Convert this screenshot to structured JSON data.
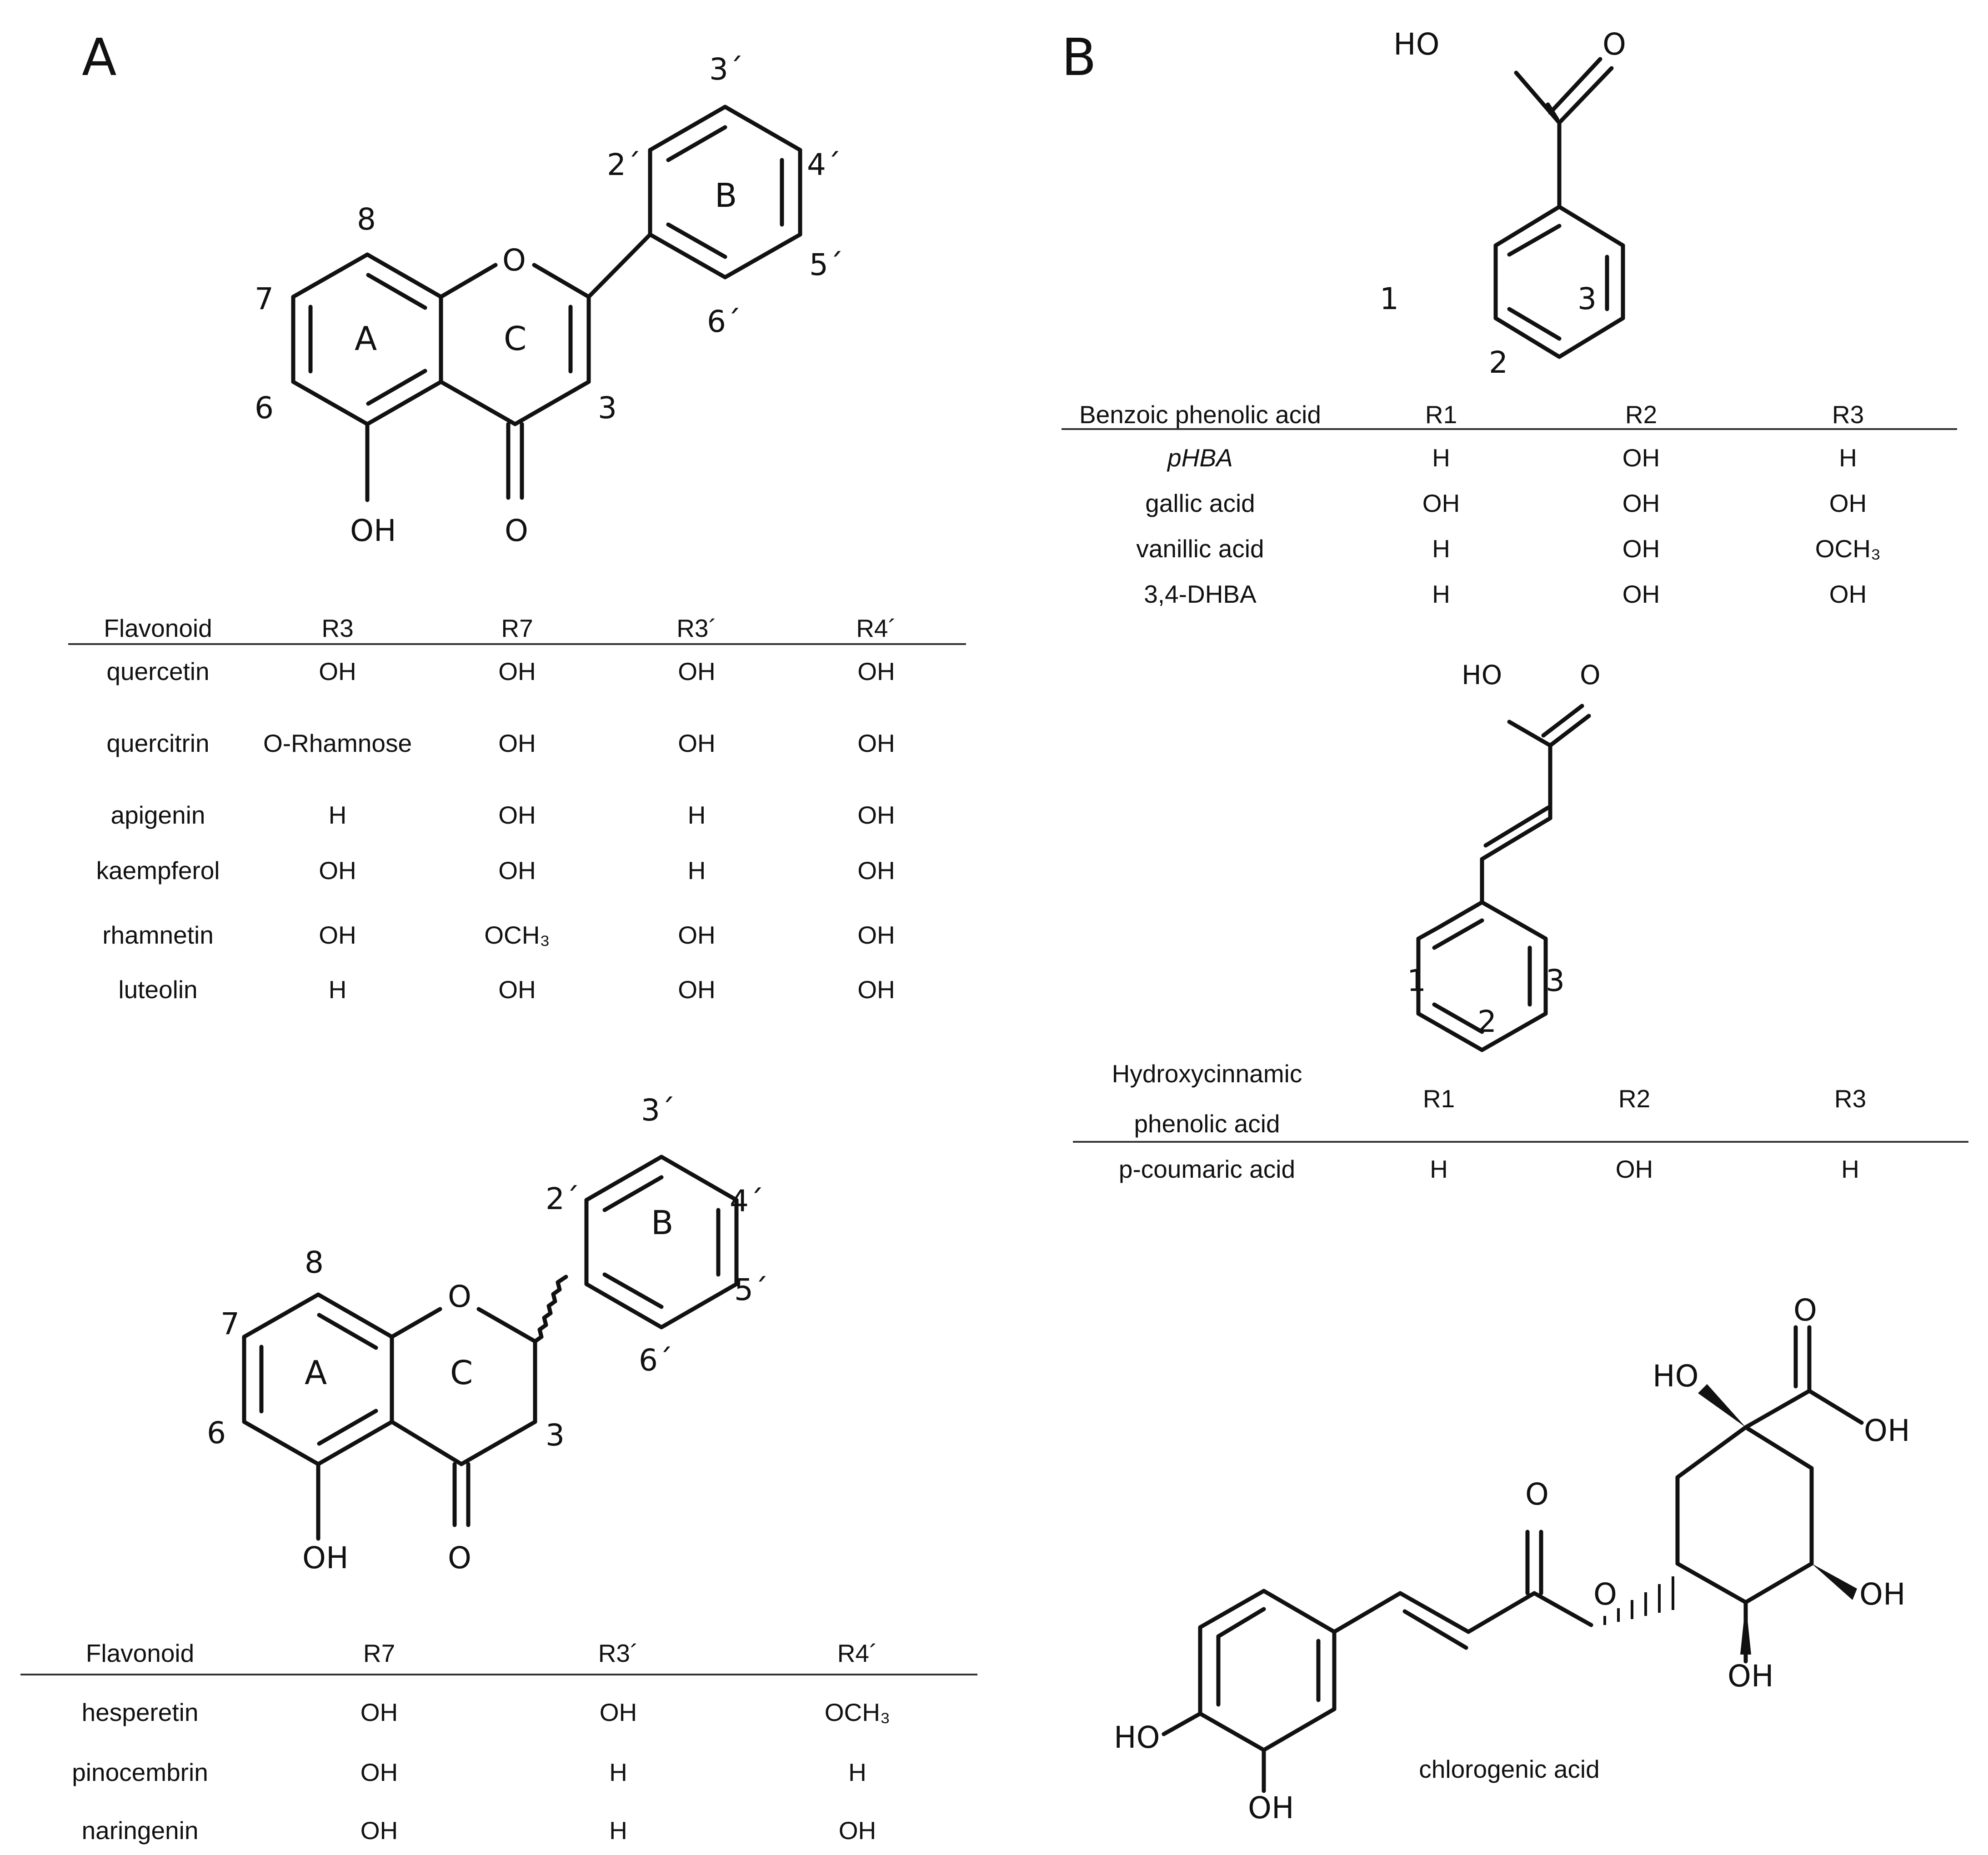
{
  "panels": {
    "a": "A",
    "b": "B"
  },
  "flavone": {
    "ring_labels": [
      "A",
      "B",
      "C"
    ],
    "positions": [
      "8",
      "7",
      "6",
      "3",
      "2´",
      "3´",
      "4´",
      "5´",
      "6´"
    ],
    "atoms": [
      "O",
      "OH",
      "O"
    ]
  },
  "flavanone": {
    "ring_labels": [
      "A",
      "B",
      "C"
    ],
    "positions": [
      "8",
      "7",
      "6",
      "3",
      "2´",
      "3´",
      "4´",
      "5´",
      "6´"
    ],
    "atoms": [
      "O",
      "OH",
      "O"
    ]
  },
  "benzoic_structure": {
    "atoms": [
      "HO",
      "O"
    ],
    "positions": [
      "1",
      "2",
      "3"
    ]
  },
  "cinnamic_structure": {
    "atoms": [
      "HO",
      "O"
    ],
    "positions": [
      "1",
      "2",
      "3"
    ]
  },
  "chlorogenic": {
    "atoms": [
      "O",
      "HO",
      "OH",
      "O",
      "O",
      "OH",
      "OH",
      "HO",
      "OH"
    ],
    "caption": "chlorogenic acid"
  },
  "table_flavones": {
    "headers": [
      "Flavonoid",
      "R3",
      "R7",
      "R3´",
      "R4´"
    ],
    "rows": [
      [
        "quercetin",
        "OH",
        "OH",
        "OH",
        "OH"
      ],
      [
        "quercitrin",
        "O-Rhamnose",
        "OH",
        "OH",
        "OH"
      ],
      [
        "apigenin",
        "H",
        "OH",
        "H",
        "OH"
      ],
      [
        "kaempferol",
        "OH",
        "OH",
        "H",
        "OH"
      ],
      [
        "rhamnetin",
        "OH",
        "OCH₃",
        "OH",
        "OH"
      ],
      [
        "luteolin",
        "H",
        "OH",
        "OH",
        "OH"
      ]
    ]
  },
  "table_flavanones": {
    "headers": [
      "Flavonoid",
      "R7",
      "R3´",
      "R4´"
    ],
    "rows": [
      [
        "hesperetin",
        "OH",
        "OH",
        "OCH₃"
      ],
      [
        "pinocembrin",
        "OH",
        "H",
        "H"
      ],
      [
        "naringenin",
        "OH",
        "H",
        "OH"
      ]
    ]
  },
  "table_benzoic": {
    "headers": [
      "Benzoic phenolic acid",
      "R1",
      "R2",
      "R3"
    ],
    "rows": [
      [
        "pHBA",
        "H",
        "OH",
        "H"
      ],
      [
        "gallic acid",
        "OH",
        "OH",
        "OH"
      ],
      [
        "vanillic acid",
        "H",
        "OH",
        "OCH₃"
      ],
      [
        "3,4-DHBA",
        "H",
        "OH",
        "OH"
      ]
    ]
  },
  "table_cinnamic": {
    "headers": [
      "Hydroxycinnamic",
      "phenolic acid",
      "R1",
      "R2",
      "R3"
    ],
    "rows": [
      [
        "p-coumaric acid",
        "H",
        "OH",
        "H"
      ]
    ]
  }
}
